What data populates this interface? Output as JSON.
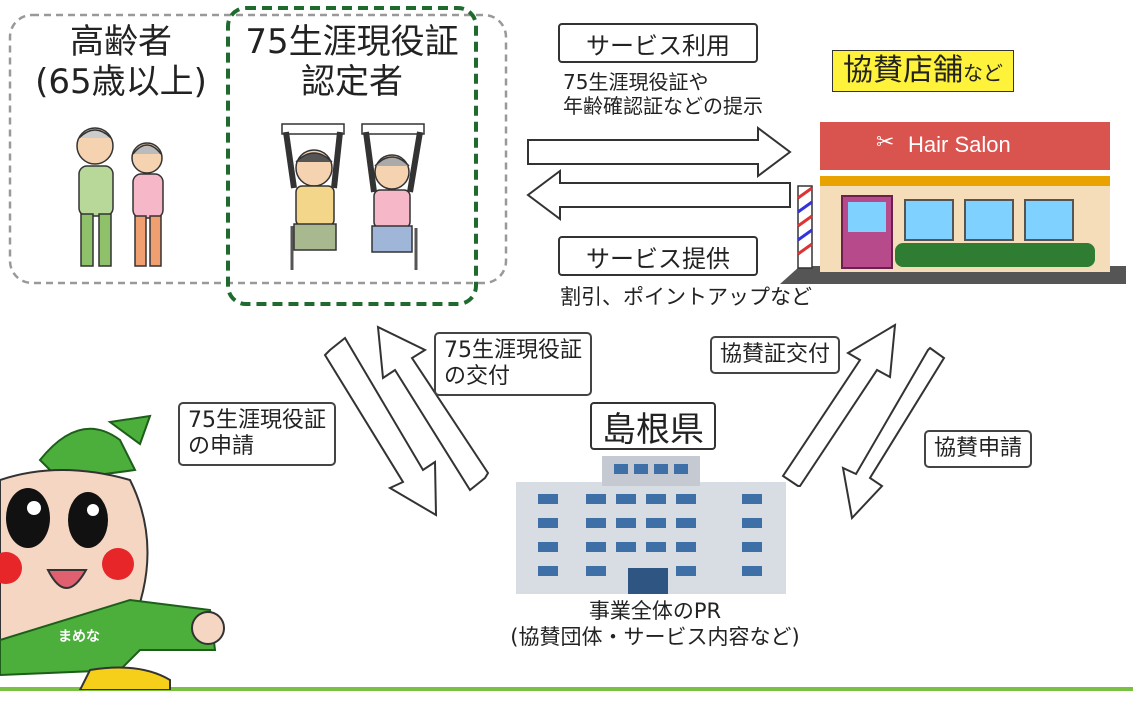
{
  "groups": {
    "elderly": {
      "line1": "高齢者",
      "line2": "(65歳以上)"
    },
    "certified": {
      "line1": "75生涯現役証",
      "line2": "認定者"
    }
  },
  "service_use": {
    "label": "サービス利用",
    "note_line1": "75生涯現役証や",
    "note_line2": "年齢確認証などの提示"
  },
  "service_provide": {
    "label": "サービス提供",
    "note": "割引、ポイントアップなど"
  },
  "sponsor": {
    "title_main": "協賛店舗",
    "title_suffix": "など",
    "shop_sign": "Hair Salon"
  },
  "prefecture": {
    "title": "島根県",
    "pr_line1": "事業全体のPR",
    "pr_line2": "(協賛団体・サービス内容など)"
  },
  "flows": {
    "apply_card": {
      "line1": "75生涯現役証",
      "line2": "の申請"
    },
    "issue_card": {
      "line1": "75生涯現役証",
      "line2": "の交付"
    },
    "issue_sponsor": "協賛証交付",
    "apply_sponsor": "協賛申請"
  },
  "mascot": {
    "name": "まめな"
  },
  "colors": {
    "dashed_gray": "#999999",
    "dashed_green": "#1f6b2f",
    "sponsor_highlight": "#fff23a",
    "bottom_line": "#7ac143",
    "mascot_green": "#4caf3c"
  },
  "icons": [
    "walking-couple-illustration",
    "exercising-couple-illustration",
    "hair-salon-shop-illustration",
    "government-building-illustration",
    "mascot-character",
    "scissors-icon",
    "barber-pole-icon"
  ]
}
